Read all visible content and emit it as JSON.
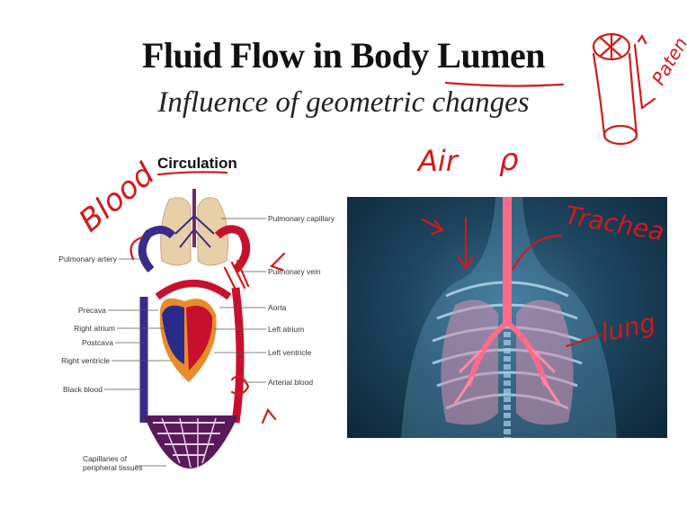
{
  "slide": {
    "title": "Fluid Flow in Body Lumen",
    "subtitle": "Influence of geometric changes"
  },
  "circulation": {
    "heading": "Circulation",
    "labels_left": [
      "Pulmonary artery",
      "Precava",
      "Right atrium",
      "Postcava",
      "Right ventricle",
      "Black blood",
      "Capillaries of",
      "peripheral tissues"
    ],
    "labels_right": [
      "Pulmonary capillary",
      "Pulmonary vein",
      "Aorta",
      "Left atrium",
      "Left ventricle",
      "Arterial blood"
    ]
  },
  "annotations": {
    "blood": "Blood",
    "air": "Air",
    "rho": "ρ",
    "trachea": "Trachea",
    "lung": "lung",
    "paten": "Paten"
  },
  "colors": {
    "ink": "#d11a1a",
    "venous": "#3a2a8a",
    "arterial": "#c8102e",
    "photo_bg": "#1e4660"
  }
}
